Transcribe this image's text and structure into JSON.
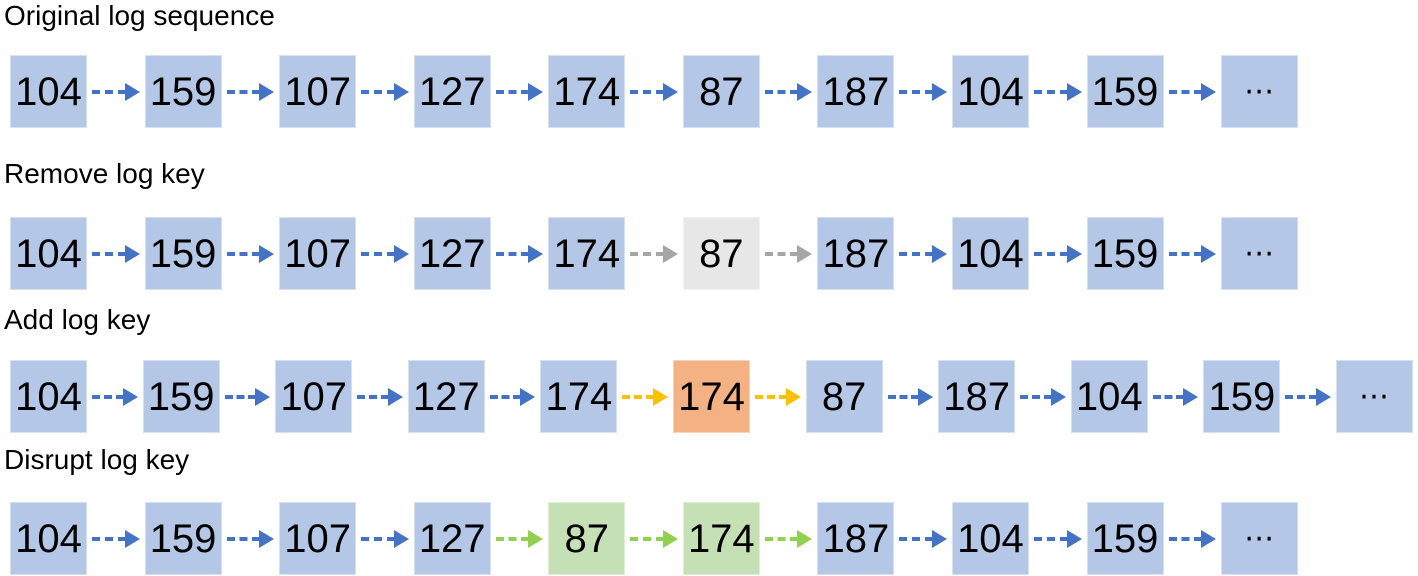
{
  "colors": {
    "background": "#ffffff",
    "text": "#000000",
    "box-blue": "#b4c7e7",
    "box-gray": "#e7e7e7",
    "box-orange": "#f4b183",
    "box-green": "#c5e0b4",
    "arrow-blue": "#4472c4",
    "arrow-gray": "#a6a6a6",
    "arrow-yellow": "#ffc000",
    "arrow-green": "#92d050"
  },
  "sections": [
    {
      "title": "Original log sequence",
      "boxes": [
        {
          "label": "104",
          "color": "blue"
        },
        {
          "label": "159",
          "color": "blue"
        },
        {
          "label": "107",
          "color": "blue"
        },
        {
          "label": "127",
          "color": "blue"
        },
        {
          "label": "174",
          "color": "blue"
        },
        {
          "label": "87",
          "color": "blue"
        },
        {
          "label": "187",
          "color": "blue"
        },
        {
          "label": "104",
          "color": "blue"
        },
        {
          "label": "159",
          "color": "blue"
        },
        {
          "label": "⋯",
          "color": "blue",
          "ellipsis": true
        }
      ],
      "arrows": [
        "blue",
        "blue",
        "blue",
        "blue",
        "blue",
        "blue",
        "blue",
        "blue",
        "blue"
      ]
    },
    {
      "title": "Remove log key",
      "boxes": [
        {
          "label": "104",
          "color": "blue"
        },
        {
          "label": "159",
          "color": "blue"
        },
        {
          "label": "107",
          "color": "blue"
        },
        {
          "label": "127",
          "color": "blue"
        },
        {
          "label": "174",
          "color": "blue"
        },
        {
          "label": "87",
          "color": "gray"
        },
        {
          "label": "187",
          "color": "blue"
        },
        {
          "label": "104",
          "color": "blue"
        },
        {
          "label": "159",
          "color": "blue"
        },
        {
          "label": "⋯",
          "color": "blue",
          "ellipsis": true
        }
      ],
      "arrows": [
        "blue",
        "blue",
        "blue",
        "blue",
        "gray",
        "gray",
        "blue",
        "blue",
        "blue"
      ]
    },
    {
      "title": "Add log key",
      "boxes": [
        {
          "label": "104",
          "color": "blue"
        },
        {
          "label": "159",
          "color": "blue"
        },
        {
          "label": "107",
          "color": "blue"
        },
        {
          "label": "127",
          "color": "blue"
        },
        {
          "label": "174",
          "color": "blue"
        },
        {
          "label": "174",
          "color": "orange"
        },
        {
          "label": "87",
          "color": "blue"
        },
        {
          "label": "187",
          "color": "blue"
        },
        {
          "label": "104",
          "color": "blue"
        },
        {
          "label": "159",
          "color": "blue"
        },
        {
          "label": "⋯",
          "color": "blue",
          "ellipsis": true
        }
      ],
      "arrows": [
        "blue",
        "blue",
        "blue",
        "blue",
        "yellow",
        "yellow",
        "blue",
        "blue",
        "blue",
        "blue"
      ]
    },
    {
      "title": "Disrupt log key",
      "boxes": [
        {
          "label": "104",
          "color": "blue"
        },
        {
          "label": "159",
          "color": "blue"
        },
        {
          "label": "107",
          "color": "blue"
        },
        {
          "label": "127",
          "color": "blue"
        },
        {
          "label": "87",
          "color": "green"
        },
        {
          "label": "174",
          "color": "green"
        },
        {
          "label": "187",
          "color": "blue"
        },
        {
          "label": "104",
          "color": "blue"
        },
        {
          "label": "159",
          "color": "blue"
        },
        {
          "label": "⋯",
          "color": "blue",
          "ellipsis": true
        }
      ],
      "arrows": [
        "blue",
        "blue",
        "blue",
        "green",
        "green",
        "green",
        "blue",
        "blue",
        "blue"
      ]
    }
  ]
}
